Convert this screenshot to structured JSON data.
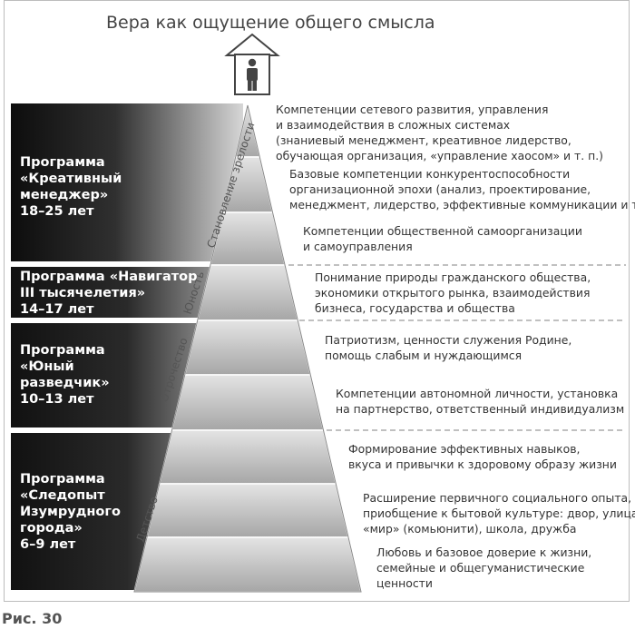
{
  "title": "Вера как ощущение общего смысла",
  "figure_label": "Рис. 30",
  "programs": [
    {
      "lines": [
        "Программа",
        "«Креативный",
        "менеджер»",
        "18–25 лет"
      ]
    },
    {
      "lines": [
        "Программа «Навигатор",
        "III тысячелетия»",
        "14–17 лет"
      ]
    },
    {
      "lines": [
        "Программа",
        "«Юный",
        "разведчик»",
        "10–13 лет"
      ]
    },
    {
      "lines": [
        "Программа",
        "«Следопыт",
        "Изумрудного",
        "города»",
        "6–9 лет"
      ]
    }
  ],
  "stages": [
    "Становление зрелости",
    "Юность",
    "Отрочество",
    "Детство"
  ],
  "levels": [
    {
      "lines": [
        "Компетенции сетевого развития, управления",
        "и взаимодействия в сложных системах",
        "(знаниевый менеджмент, креативное лидерство,",
        "обучающая организация, «управление хаосом»  и т. п.)"
      ]
    },
    {
      "lines": [
        "Базовые компетенции конкурентоспособности",
        "организационной эпохи (анализ, проектирование,",
        "менеджмент, лидерство, эффективные коммуникации и т. п.)"
      ]
    },
    {
      "lines": [
        "Компетенции общественной самоорганизации",
        "и самоуправления"
      ]
    },
    {
      "lines": [
        "Понимание природы гражданского общества,",
        "экономики открытого рынка, взаимодействия",
        "бизнеса, государства и общества"
      ]
    },
    {
      "lines": [
        "Патриотизм, ценности служения Родине,",
        "помощь слабым и нуждающимся"
      ]
    },
    {
      "lines": [
        "Компетенции автономной личности, установка",
        "на партнерство, ответственный индивидуализм"
      ]
    },
    {
      "lines": [
        "Формирование эффективных навыков,",
        "вкуса и привычки к здоровому образу жизни"
      ]
    },
    {
      "lines": [
        "Расширение первичного социального опыта,",
        "приобщение к бытовой культуре: двор, улица,",
        "«мир» (комьюнити), школа, дружба"
      ]
    },
    {
      "lines": [
        "Любовь и базовое доверие к жизни,",
        "семейные и общегуманистические",
        "ценности"
      ]
    }
  ]
}
